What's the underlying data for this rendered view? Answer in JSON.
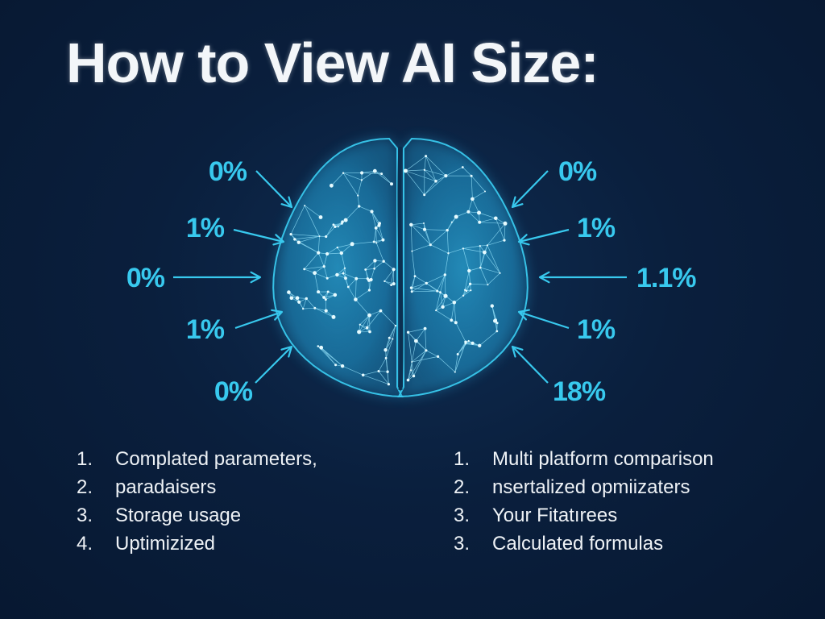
{
  "title": "How to View AI Size:",
  "colors": {
    "background": "#0a1f3d",
    "accent": "#38c9ee",
    "text": "#eef2f6"
  },
  "icon": "brain-network-icon",
  "labels_left": [
    "0%",
    "1%",
    "0%",
    "1%",
    "0%"
  ],
  "labels_right": [
    "0%",
    "1%",
    "1.1%",
    "1%",
    "18%"
  ],
  "list_left": [
    {
      "number": "1.",
      "text": "Complated parameters,"
    },
    {
      "number": "2.",
      "text": "paradaisers"
    },
    {
      "number": "3.",
      "text": "Storage usage"
    },
    {
      "number": "4.",
      "text": "Uptimizized"
    }
  ],
  "list_right": [
    {
      "number": "1.",
      "text": "Multi platform comparison"
    },
    {
      "number": "2.",
      "text": "nsertalized opmiizaters"
    },
    {
      "number": "3.",
      "text": "Your Fitatırees"
    },
    {
      "number": "3.",
      "text": "Calculated formulas"
    }
  ]
}
